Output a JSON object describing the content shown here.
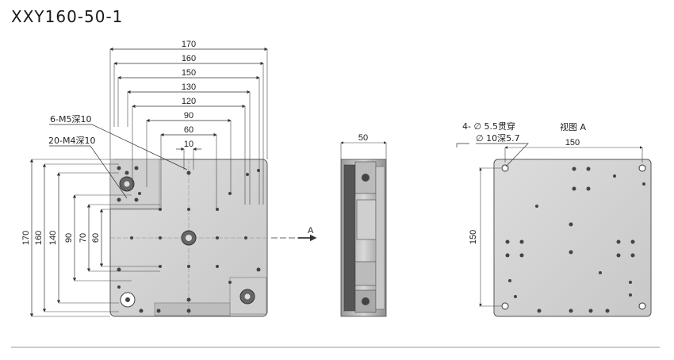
{
  "title": "XXY160-50-1",
  "front": {
    "top_dims": [
      "170",
      "160",
      "150",
      "130",
      "120",
      "90",
      "60",
      "10"
    ],
    "left_dims": [
      "170",
      "160",
      "140",
      "90",
      "70",
      "60"
    ],
    "callouts": [
      "6-M5深10",
      "20-M4深10"
    ],
    "arrow_label": "A"
  },
  "side": {
    "width_dim": "50"
  },
  "view_a": {
    "title": "视图 A",
    "hole_note_1": "4- ∅ 5.5贯穿",
    "hole_note_2": "∅ 10深5.7",
    "width_dim": "150",
    "height_dim": "150"
  }
}
